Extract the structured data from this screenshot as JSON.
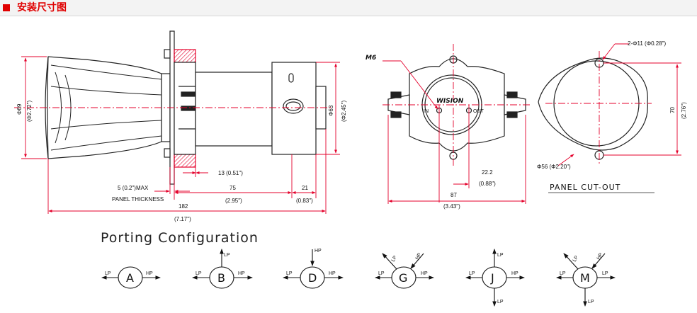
{
  "header": {
    "title": "安装尺寸图"
  },
  "side_view": {
    "dia_mm": "Φ69",
    "dia_in": "(Φ2.72\")",
    "dia2_mm": "Φ63",
    "dia2_in": "(Φ2.45\")",
    "d13": "13 (0.51\")",
    "panel_max": "5  (0.2\")MAX",
    "panel_thickness": "PANEL THICKNESS",
    "d75": "75",
    "d75_in": "(2.95\")",
    "d21": "21",
    "d21_in": "(0.83\")",
    "d182": "182",
    "d182_in": "(7.17\")"
  },
  "front_view": {
    "thread": "M6",
    "brand": "WISION",
    "in_label": "IN",
    "out_label": "OUT",
    "d22": "22.2",
    "d22_in": "(0.88\")",
    "d87": "87",
    "d87_in": "(3.43\")"
  },
  "panel_cutout": {
    "title": "PANEL CUT-OUT",
    "hole": "2-Φ11 (Φ0.28\")",
    "d70": "70",
    "d70_in": "(2.76\")",
    "d56": "Φ56 (Φ2.20\")"
  },
  "porting": {
    "title": "Porting Configuration",
    "configs": [
      {
        "letter": "A"
      },
      {
        "letter": "B"
      },
      {
        "letter": "D"
      },
      {
        "letter": "G"
      },
      {
        "letter": "J"
      },
      {
        "letter": "M"
      }
    ],
    "lp": "LP",
    "hp": "HP"
  },
  "colors": {
    "accent_red": "#e00000",
    "line": "#222222",
    "dim_red": "#e4002b",
    "hatch": "#e4002b"
  }
}
